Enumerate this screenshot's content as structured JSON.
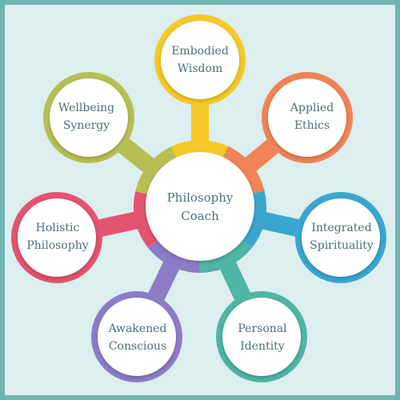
{
  "center": {
    "line1": "Philosophy",
    "line2": "Coach"
  },
  "nodes": [
    {
      "id": "embodied-wisdom",
      "line1": "Embodied",
      "line2": "Wisdom",
      "color": "#f5c928"
    },
    {
      "id": "applied-ethics",
      "line1": "Applied",
      "line2": "Ethics",
      "color": "#ef8457"
    },
    {
      "id": "integrated-spirituality",
      "line1": "Integrated",
      "line2": "Spirituality",
      "color": "#3aa6cf"
    },
    {
      "id": "personal-identity",
      "line1": "Personal",
      "line2": "Identity",
      "color": "#4fb5a5"
    },
    {
      "id": "awakened-conscious",
      "line1": "Awakened",
      "line2": "Conscious",
      "color": "#8c7cc6"
    },
    {
      "id": "holistic-philosophy",
      "line1": "Holistic",
      "line2": "Philosophy",
      "color": "#e4536f"
    },
    {
      "id": "wellbeing-synergy",
      "line1": "Wellbeing",
      "line2": "Synergy",
      "color": "#b6bf54"
    }
  ],
  "colors": {
    "background": "#dceeee",
    "border": "#6fb3b0",
    "text": "#4a6f7c",
    "circle_fill": "#ffffff"
  }
}
